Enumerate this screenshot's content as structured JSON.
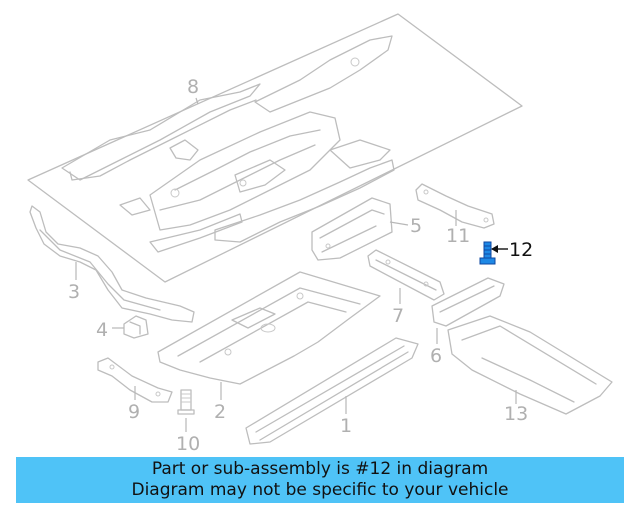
{
  "diagram": {
    "callouts": [
      {
        "id": "1",
        "text": "1"
      },
      {
        "id": "2",
        "text": "2"
      },
      {
        "id": "3",
        "text": "3"
      },
      {
        "id": "4",
        "text": "4"
      },
      {
        "id": "5",
        "text": "5"
      },
      {
        "id": "6",
        "text": "6"
      },
      {
        "id": "7",
        "text": "7"
      },
      {
        "id": "8",
        "text": "8"
      },
      {
        "id": "9",
        "text": "9"
      },
      {
        "id": "10",
        "text": "10"
      },
      {
        "id": "11",
        "text": "11"
      },
      {
        "id": "12",
        "text": "12"
      },
      {
        "id": "13",
        "text": "13"
      }
    ],
    "highlighted_part": "12",
    "highlight_color": "#1e88e5",
    "line_color": "#bdbdbd"
  },
  "banner": {
    "line1": "Part or sub-assembly is #12 in diagram",
    "line2": "Diagram may not be specific to your vehicle",
    "background": "#4fc3f7"
  }
}
